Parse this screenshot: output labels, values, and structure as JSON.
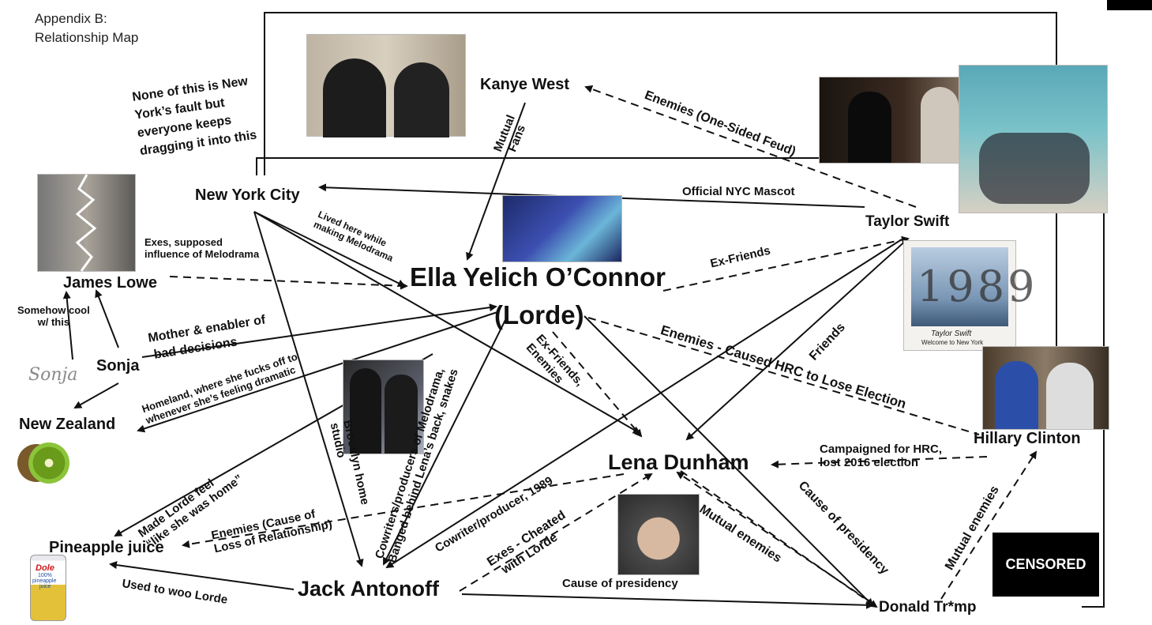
{
  "header": {
    "line1": "Appendix B:",
    "line2": "Relationship Map"
  },
  "nodes": {
    "kanye": "Kanye West",
    "nyc": "New York City",
    "taylor": "Taylor Swift",
    "james": "James Lowe",
    "ella_line1": "Ella Yelich O’Connor",
    "ella_line2": "(Lorde)",
    "sonja": "Sonja",
    "nz": "New Zealand",
    "hillary": "Hillary Clinton",
    "lena": "Lena Dunham",
    "pineapple": "Pineapple juice",
    "jack": "Jack Antonoff",
    "trump": "Donald Tr*mp"
  },
  "labels": {
    "nyc_note": [
      "None of this is New",
      "York’s fault but",
      "everyone keeps",
      "dragging it into this"
    ],
    "mutual_fans": [
      "Mutual",
      "Fans"
    ],
    "enemies_onesided": "Enemies (One-Sided Feud)",
    "official_mascot": "Official NYC Mascot",
    "lived_here": [
      "Lived here while",
      "making Melodrama"
    ],
    "exes_supposed": [
      "Exes, supposed",
      "influence of Melodrama"
    ],
    "ex_friends": "Ex-Friends",
    "somehow_cool": [
      "Somehow cool",
      "w/ this"
    ],
    "mother": [
      "Mother & enabler of",
      "bad decisions"
    ],
    "homeland": [
      "Homeland, where she fucks off to",
      "whenever she’s feeling dramatic"
    ],
    "ex_friends_enemies": [
      "Ex-Friends,",
      "Enemies"
    ],
    "enemies_hrc": "Enemies - Caused HRC to Lose Election",
    "friends": "Friends",
    "brooklyn": [
      "Brooklyn home",
      "studio"
    ],
    "cowriters": [
      "Cowriters/producers of Melodrama,",
      "Banged behind Lena’s back, snakes"
    ],
    "made_lorde": [
      "Made Lorde feel",
      "“like she was home”"
    ],
    "enemies_cause": [
      "Enemies (Cause of",
      "Loss of Relationship)"
    ],
    "cowriter_1989": "Cowriter/producer, 1989",
    "campaigned": [
      "Campaigned for HRC,",
      "lost 2016 election"
    ],
    "exes_cheated": [
      "Exes - Cheated",
      "with Lorde"
    ],
    "mutual_enemies_1": "Mutual enemies",
    "cause_presidency_1": "Cause of presidency",
    "mutual_enemies_2": "Mutual enemies",
    "used_to_woo": "Used to woo Lorde",
    "cause_presidency_2": "Cause of presidency",
    "censored": "CENSORED"
  },
  "images": {
    "sonja_signature": "Sonja",
    "dole": [
      "Dole",
      "100%",
      "pineapple",
      "juice"
    ],
    "album_line1": "1989",
    "album_caption1": "Taylor Swift",
    "album_caption2": "Welcome to New York"
  },
  "colors": {
    "ink": "#111111",
    "censor_bg": "#000000",
    "censor_fg": "#ffffff"
  }
}
